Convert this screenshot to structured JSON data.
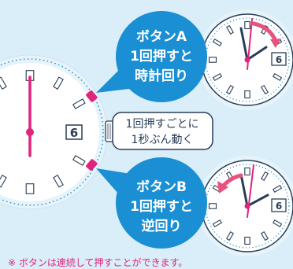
{
  "colors": {
    "background": "#d9eef8",
    "bubble": "#1a8fd3",
    "bubble_text": "#ffffff",
    "accent_pink": "#e0237d",
    "accent_arrow": "#e8527f",
    "clock_face": "#ffffff",
    "clock_ring": "#e6f3fa",
    "tick_blue": "#1a8fd3",
    "hand_dark": "#2a3d57",
    "note_text": "#e0237d"
  },
  "button_a": {
    "line1": "ボタンA",
    "line2": "1回押すと",
    "line3": "時計回り"
  },
  "button_b": {
    "line1": "ボタンB",
    "line2": "1回押すと",
    "line3": "逆回り"
  },
  "center_label": {
    "line1": "1回押すごとに",
    "line2": "1秒ぶん動く"
  },
  "date_window": "6",
  "note": "※ ボタンは連続して押すことができます。",
  "icons": {
    "clockwise_arrow": "curved-arrow-clockwise-icon",
    "counterclockwise_arrow": "curved-arrow-counterclockwise-icon"
  }
}
